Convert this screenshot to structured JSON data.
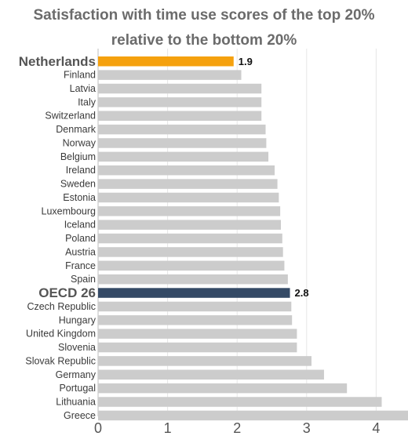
{
  "chart_data": {
    "type": "bar",
    "orientation": "horizontal",
    "title_lines": [
      "Satisfaction with time use scores of the top 20%",
      "relative to the bottom 20%"
    ],
    "categories": [
      "Netherlands",
      "Finland",
      "Latvia",
      "Italy",
      "Switzerland",
      "Denmark",
      "Norway",
      "Belgium",
      "Ireland",
      "Sweden",
      "Estonia",
      "Luxembourg",
      "Iceland",
      "Poland",
      "Austria",
      "France",
      "Spain",
      "OECD 26",
      "Czech Republic",
      "Hungary",
      "United Kingdom",
      "Slovenia",
      "Slovak Republic",
      "Germany",
      "Portugal",
      "Lithuania",
      "Greece"
    ],
    "values": [
      1.95,
      2.06,
      2.35,
      2.35,
      2.35,
      2.41,
      2.42,
      2.45,
      2.54,
      2.58,
      2.6,
      2.62,
      2.63,
      2.65,
      2.66,
      2.68,
      2.73,
      2.76,
      2.78,
      2.79,
      2.86,
      2.86,
      3.07,
      3.25,
      3.58,
      4.08,
      4.5
    ],
    "value_labels": {
      "Netherlands": "1.9",
      "OECD 26": "2.8"
    },
    "highlight": {
      "Netherlands": "#f5a10e",
      "OECD 26": "#344a66"
    },
    "bar_color": "#cccccc",
    "xlim": [
      0,
      4.5
    ],
    "xticks": [
      "0",
      "1",
      "2",
      "3",
      "4"
    ],
    "grid": true,
    "xlabel": "",
    "ylabel": ""
  }
}
